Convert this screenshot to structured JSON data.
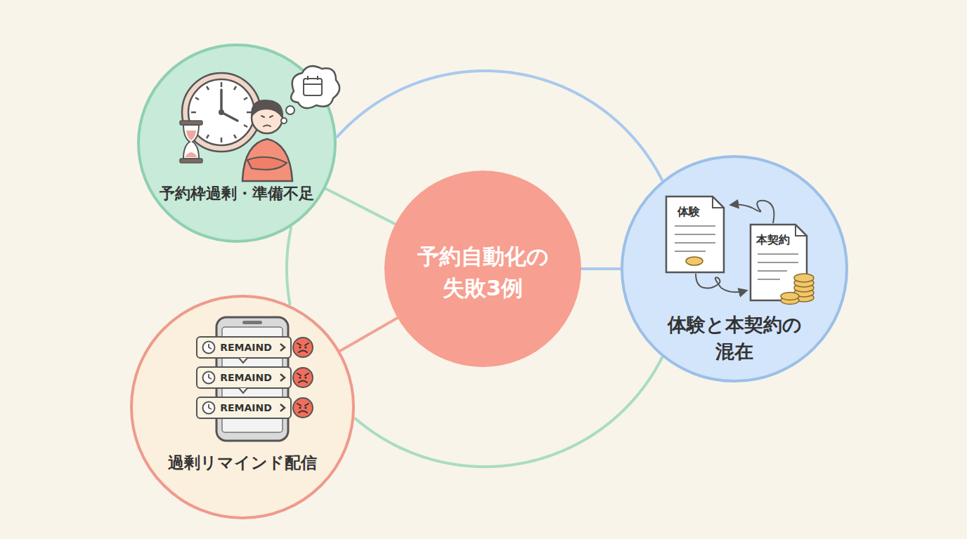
{
  "diagram": {
    "nodes": [
      {
        "text": [
          "予約枠過剰・準備不足"
        ]
      },
      {
        "text": [
          "予約自動化の 失敗3例"
        ]
      },
      {
        "text": [
          "体験と本契約の 混在"
        ]
      },
      {
        "text": [
          "過剰リマインド配信"
        ]
      }
    ],
    "edges": [
      {
        "from": 1,
        "to": 0,
        "arrow": "none"
      },
      {
        "from": 1,
        "to": 2,
        "arrow": "none"
      },
      {
        "from": 1,
        "to": 3,
        "arrow": "none"
      },
      {
        "from": 0,
        "to": 2,
        "arrow": "none"
      },
      {
        "from": 2,
        "to": 3,
        "arrow": "none"
      },
      {
        "from": 0,
        "to": 3,
        "arrow": "none"
      }
    ],
    "labels": [
      "体験",
      "本契約",
      "REMAIND",
      "REMAIND",
      "REMAIND"
    ]
  }
}
